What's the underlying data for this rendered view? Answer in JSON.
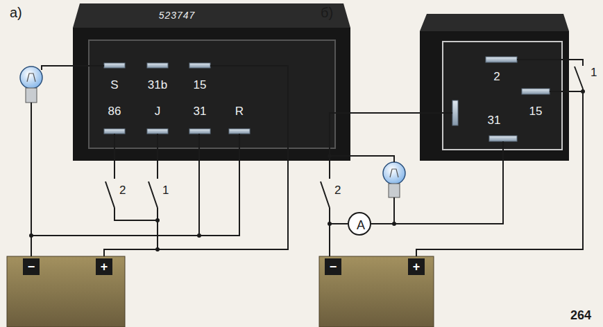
{
  "diagram": {
    "nodes": [
      {
        "text": [
          "523747",
          "S",
          "31b",
          "15",
          "86",
          "J",
          "31",
          "R"
        ]
      },
      {
        "text": [
          "−",
          "+"
        ]
      },
      {
        "text": [
          "2",
          "15",
          "31"
        ]
      },
      {
        "text": [
          "A"
        ]
      },
      {
        "text": [
          "−",
          "+"
        ]
      }
    ],
    "edges": [
      {
        "from": 0,
        "to": 1,
        "arrow": "none"
      },
      {
        "from": 0,
        "to": 1,
        "arrow": "none"
      },
      {
        "from": 3,
        "to": 4,
        "arrow": "none"
      },
      {
        "from": 3,
        "to": 2,
        "arrow": "none"
      }
    ],
    "labels": [
      "а)",
      "2",
      "1",
      "б)",
      "2",
      "1",
      "264"
    ]
  }
}
